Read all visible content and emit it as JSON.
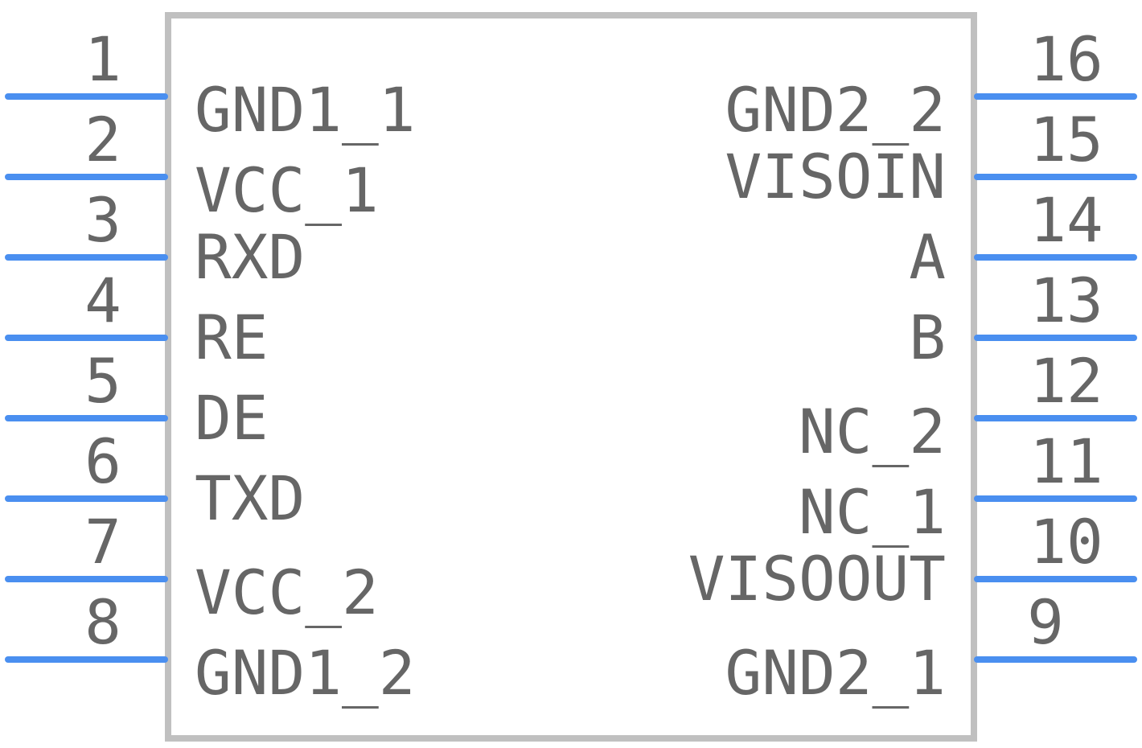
{
  "component": {
    "colors": {
      "pin": "#4a8ff0",
      "outline": "#c0c0c0",
      "text": "#666666",
      "background": "#ffffff"
    },
    "left_pins": [
      {
        "number": "1",
        "name": "GND1_1"
      },
      {
        "number": "2",
        "name": "VCC_1"
      },
      {
        "number": "3",
        "name": "RXD"
      },
      {
        "number": "4",
        "name": "RE"
      },
      {
        "number": "5",
        "name": "DE"
      },
      {
        "number": "6",
        "name": "TXD"
      },
      {
        "number": "7",
        "name": "VCC_2"
      },
      {
        "number": "8",
        "name": "GND1_2"
      }
    ],
    "right_pins": [
      {
        "number": "16",
        "name": "GND2_2"
      },
      {
        "number": "15",
        "name": "VISOIN"
      },
      {
        "number": "14",
        "name": "A"
      },
      {
        "number": "13",
        "name": "B"
      },
      {
        "number": "12",
        "name": "NC_2"
      },
      {
        "number": "11",
        "name": "NC_1"
      },
      {
        "number": "10",
        "name": "VISOOUT"
      },
      {
        "number": "9",
        "name": "GND2_1"
      }
    ]
  }
}
